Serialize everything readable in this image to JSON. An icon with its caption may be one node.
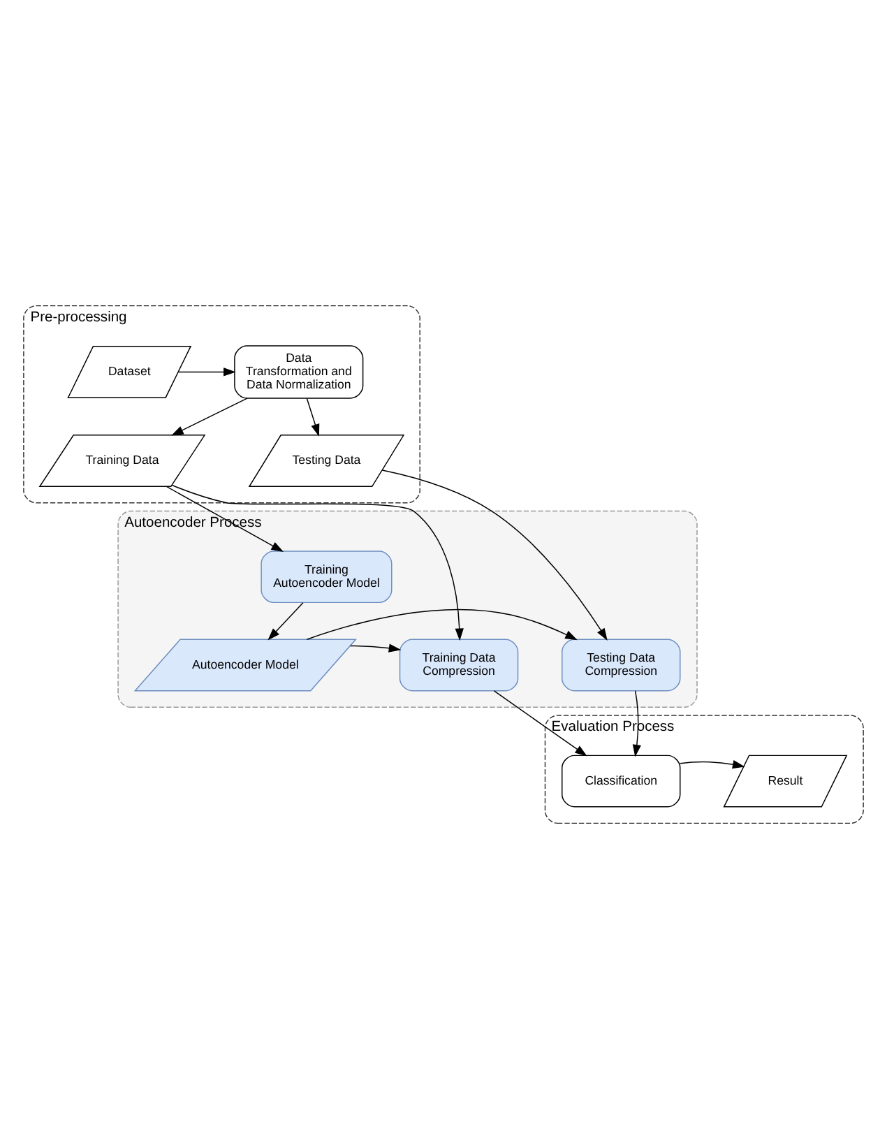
{
  "diagram": {
    "nodes": [
      {
        "text": [
          "Pre-processing"
        ]
      },
      {
        "text": [
          "Dataset"
        ],
        "in": 0
      },
      {
        "text": [
          "Data Transformation and Data Normalization"
        ],
        "in": 0
      },
      {
        "text": [
          "Training Data"
        ],
        "in": 0
      },
      {
        "text": [
          "Testing Data"
        ],
        "in": 0
      },
      {
        "text": [
          "Autoencoder Process"
        ]
      },
      {
        "text": [
          "Training Autoencoder Model"
        ],
        "in": 5
      },
      {
        "text": [
          "Training Data Compression"
        ],
        "in": 5
      },
      {
        "text": [
          "Autoencoder Model"
        ],
        "in": 5
      },
      {
        "text": [
          "Testing Data Compression"
        ],
        "in": 5
      },
      {
        "text": [
          "Evaluation Process"
        ]
      },
      {
        "text": [
          "Result"
        ],
        "in": 10
      },
      {
        "text": [
          "Classification"
        ],
        "in": 10
      }
    ],
    "edges": [
      {
        "from": 1,
        "to": 2,
        "arrow": "to"
      },
      {
        "from": 2,
        "to": 3,
        "arrow": "to"
      },
      {
        "from": 2,
        "to": 4,
        "arrow": "to"
      },
      {
        "from": 3,
        "to": 6,
        "arrow": "to"
      },
      {
        "from": 3,
        "to": 7,
        "arrow": "to"
      },
      {
        "from": 6,
        "to": 8,
        "arrow": "to"
      },
      {
        "from": 8,
        "to": 7,
        "arrow": "to"
      },
      {
        "from": 8,
        "to": 9,
        "arrow": "to"
      },
      {
        "from": 4,
        "to": 9,
        "arrow": "to"
      },
      {
        "from": 7,
        "to": 12,
        "arrow": "to"
      },
      {
        "from": 9,
        "to": 12,
        "arrow": "to"
      },
      {
        "from": 12,
        "to": 11,
        "arrow": "to"
      }
    ]
  }
}
